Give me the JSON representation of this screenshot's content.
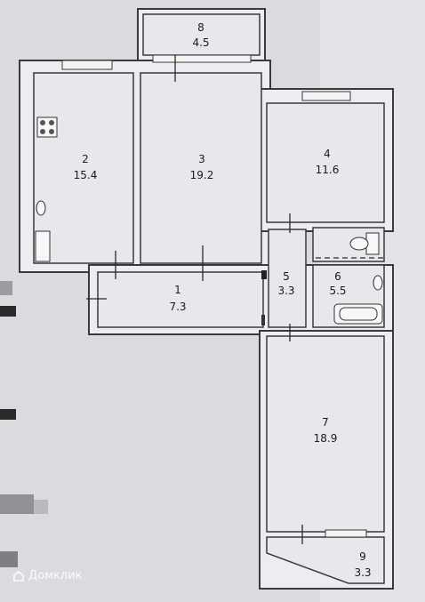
{
  "rooms": [
    {
      "id": "r1",
      "number": "1",
      "area": "7.3"
    },
    {
      "id": "r2",
      "number": "2",
      "area": "15.4"
    },
    {
      "id": "r3",
      "number": "3",
      "area": "19.2"
    },
    {
      "id": "r4",
      "number": "4",
      "area": "11.6"
    },
    {
      "id": "r5",
      "number": "5",
      "area": "3.3"
    },
    {
      "id": "r6",
      "number": "6",
      "area": "5.5"
    },
    {
      "id": "r7",
      "number": "7",
      "area": "18.9"
    },
    {
      "id": "r8",
      "number": "8",
      "area": "4.5"
    },
    {
      "id": "r9",
      "number": "9",
      "area": "3.3"
    }
  ],
  "watermark": {
    "text": "Домклик"
  },
  "colors": {
    "background": "#d9dbdf",
    "walls": "#3a3a3a",
    "floor": "#e6e8ec"
  }
}
